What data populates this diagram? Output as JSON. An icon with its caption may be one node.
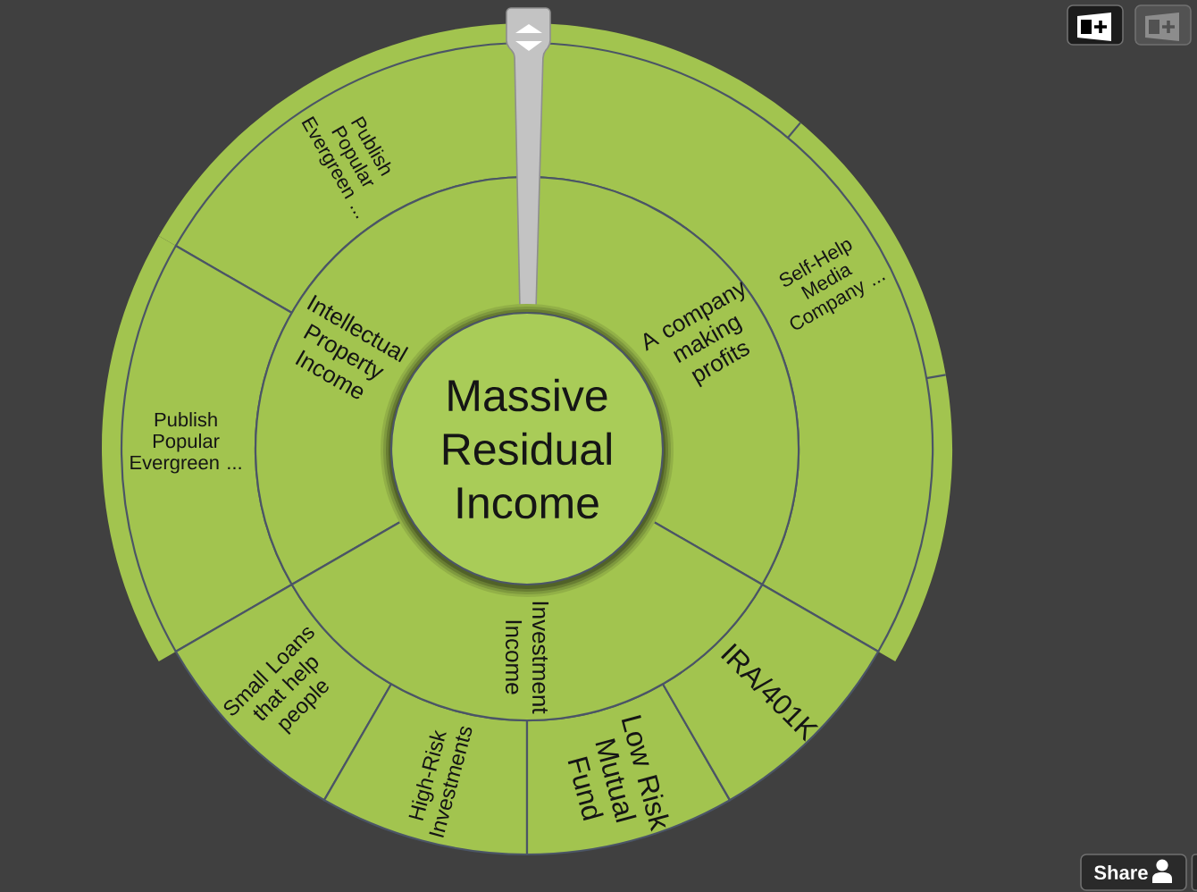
{
  "diagram": {
    "nodes": [
      {
        "text": [
          "Massive Residual Income"
        ]
      },
      {
        "text": [
          "Intellectual Property Income"
        ]
      },
      {
        "text": [
          "A company making profits"
        ]
      },
      {
        "text": [
          "Investment Income"
        ]
      },
      {
        "text": [
          "Publish Popular Evergreen ..."
        ]
      },
      {
        "text": [
          "Publish Popular Evergreen ..."
        ]
      },
      {
        "text": [
          "Self-Help Media Company ..."
        ]
      },
      {
        "text": [
          "Small Loans that help people"
        ]
      },
      {
        "text": [
          "High-Risk Investments"
        ]
      },
      {
        "text": [
          "Low Risk Mutual Fund"
        ]
      },
      {
        "text": [
          "IRA/401K"
        ]
      }
    ],
    "labels": [
      "Share"
    ]
  }
}
